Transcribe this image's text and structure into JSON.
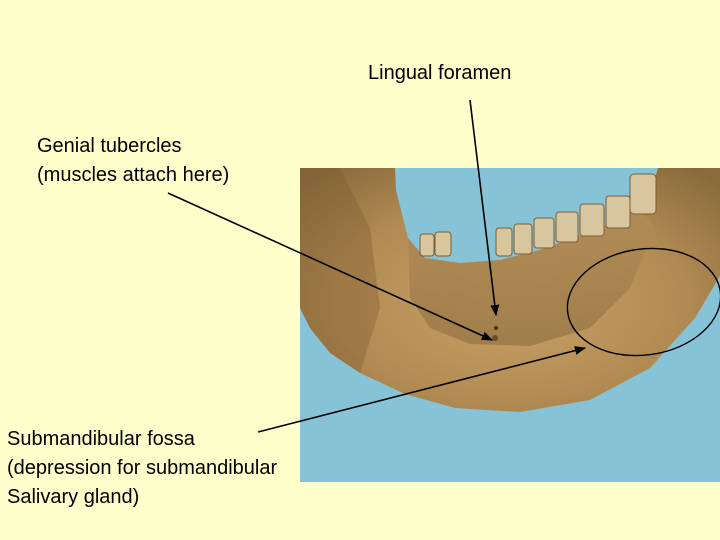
{
  "labels": {
    "lingual_foramen": "Lingual foramen",
    "genial_tubercles": [
      "Genial tubercles",
      "(muscles attach here)"
    ],
    "submandibular_fossa": [
      "Submandibular fossa",
      "(depression for submandibular",
      "Salivary gland)"
    ]
  },
  "colors": {
    "background": "#ffffcc",
    "backdrop_blue": "#87c3d6",
    "bone": "#b58f55",
    "annotation": "#000000"
  },
  "photo": {
    "subject": "mandible-lingual-view",
    "highlight": "submandibular-fossa-outline"
  }
}
